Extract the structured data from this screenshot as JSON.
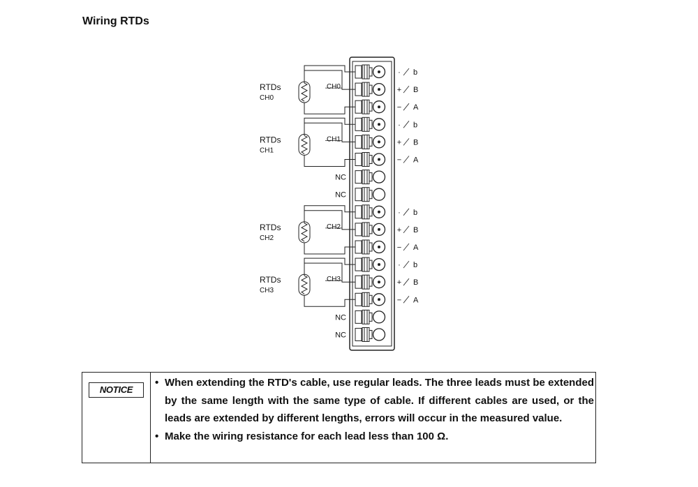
{
  "page": {
    "title": "Wiring RTDs"
  },
  "diagram": {
    "channels": [
      {
        "label": "RTDs",
        "sub": "CH0",
        "terminal_label": "CH0"
      },
      {
        "label": "RTDs",
        "sub": "CH1",
        "terminal_label": "CH1"
      },
      {
        "label": "RTDs",
        "sub": "CH2",
        "terminal_label": "CH2"
      },
      {
        "label": "RTDs",
        "sub": "CH3",
        "terminal_label": "CH3"
      }
    ],
    "terminals": [
      {
        "channel": 0,
        "pin": "b",
        "sign": "·",
        "letter": "b"
      },
      {
        "channel": 0,
        "pin": "B",
        "sign": "+",
        "letter": "B"
      },
      {
        "channel": 0,
        "pin": "A",
        "sign": "−",
        "letter": "A"
      },
      {
        "channel": 1,
        "pin": "b",
        "sign": "·",
        "letter": "b"
      },
      {
        "channel": 1,
        "pin": "B",
        "sign": "+",
        "letter": "B"
      },
      {
        "channel": 1,
        "pin": "A",
        "sign": "−",
        "letter": "A"
      },
      {
        "nc": "NC"
      },
      {
        "nc": "NC"
      },
      {
        "channel": 2,
        "pin": "b",
        "sign": "·",
        "letter": "b"
      },
      {
        "channel": 2,
        "pin": "B",
        "sign": "+",
        "letter": "B"
      },
      {
        "channel": 2,
        "pin": "A",
        "sign": "−",
        "letter": "A"
      },
      {
        "channel": 3,
        "pin": "b",
        "sign": "·",
        "letter": "b"
      },
      {
        "channel": 3,
        "pin": "B",
        "sign": "+",
        "letter": "B"
      },
      {
        "channel": 3,
        "pin": "A",
        "sign": "−",
        "letter": "A"
      },
      {
        "nc": "NC"
      },
      {
        "nc": "NC"
      }
    ]
  },
  "notice": {
    "label": "NOTICE",
    "items": [
      "When extending the RTD's cable, use regular leads. The three leads must be extended by the same length with the same type of cable. If different cables are used, or the leads are extended by different lengths, errors will occur in the measured value.",
      "Make the wiring resistance for each lead less than 100 Ω."
    ]
  }
}
